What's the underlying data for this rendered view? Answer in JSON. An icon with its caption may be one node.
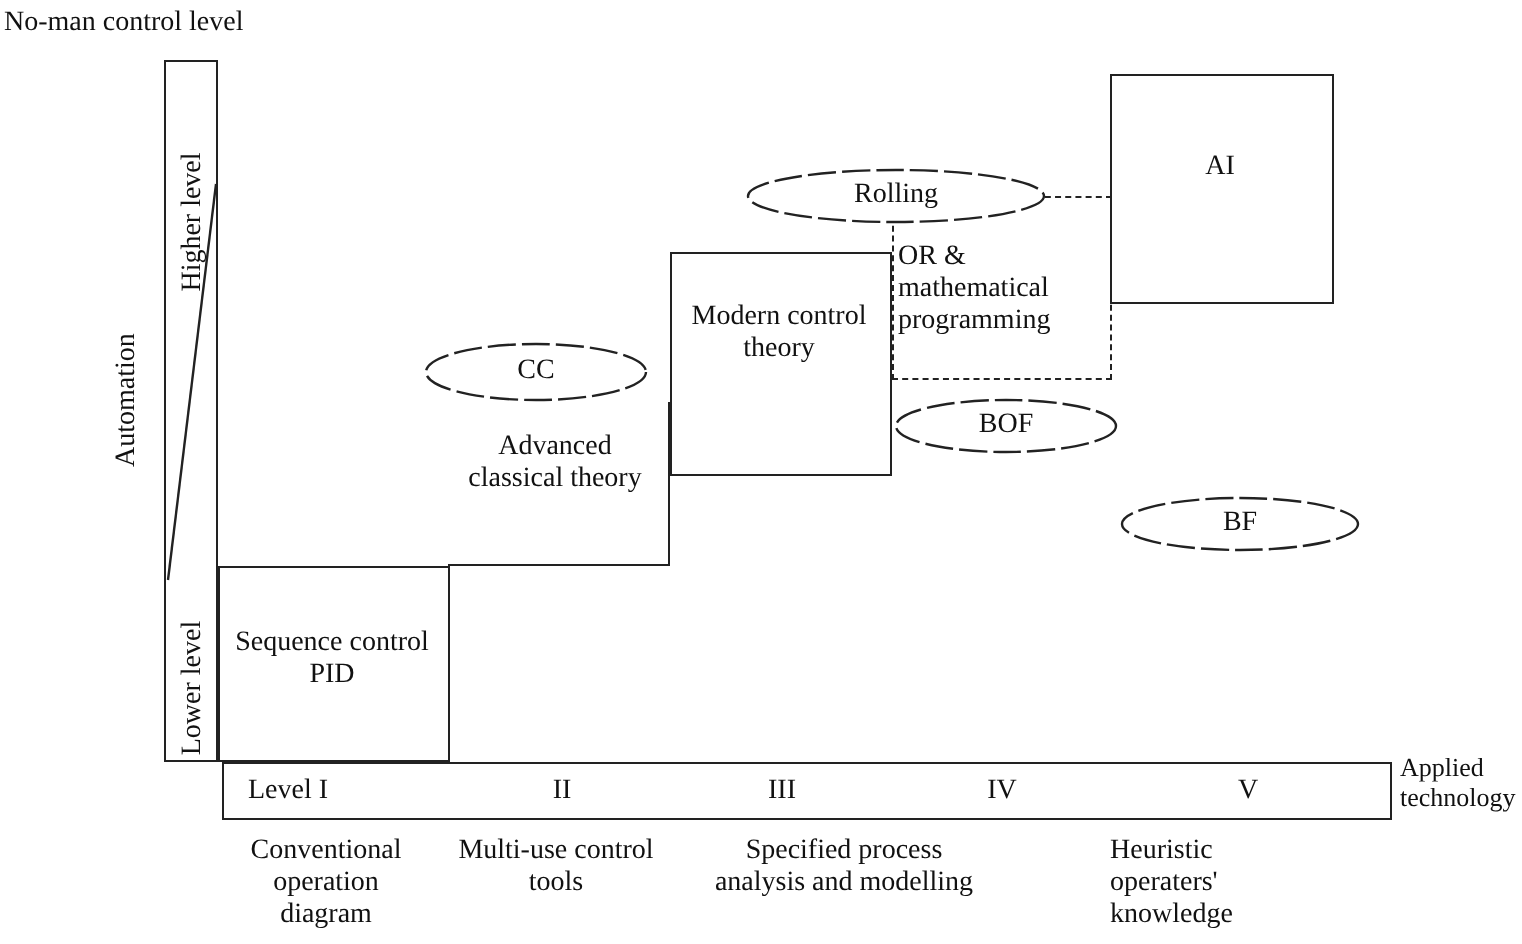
{
  "diagram": {
    "nodes": [
      {
        "text": [
          "Higher level",
          "Lower level"
        ]
      },
      {
        "text": [
          "Sequence control PID"
        ]
      },
      {
        "text": [
          "Advanced classical theory"
        ]
      },
      {
        "text": [
          "CC"
        ]
      },
      {
        "text": [
          "Modern control theory"
        ]
      },
      {
        "text": [
          "OR & mathematical programming"
        ]
      },
      {
        "text": [
          "Rolling"
        ]
      },
      {
        "text": [
          "AI"
        ]
      },
      {
        "text": [
          "BOF"
        ]
      },
      {
        "text": [
          "BF"
        ]
      },
      {
        "text": [
          "Level I",
          "II",
          "III",
          "IV",
          "V"
        ],
        "beside": [
          "Applied technology"
        ]
      }
    ],
    "edges": [],
    "labels": [
      "No-man control level",
      "Automation",
      "Conventional operation diagram",
      "Multi-use control tools",
      "Specified process analysis and modelling",
      "Heuristic operaters' knowledge"
    ]
  }
}
